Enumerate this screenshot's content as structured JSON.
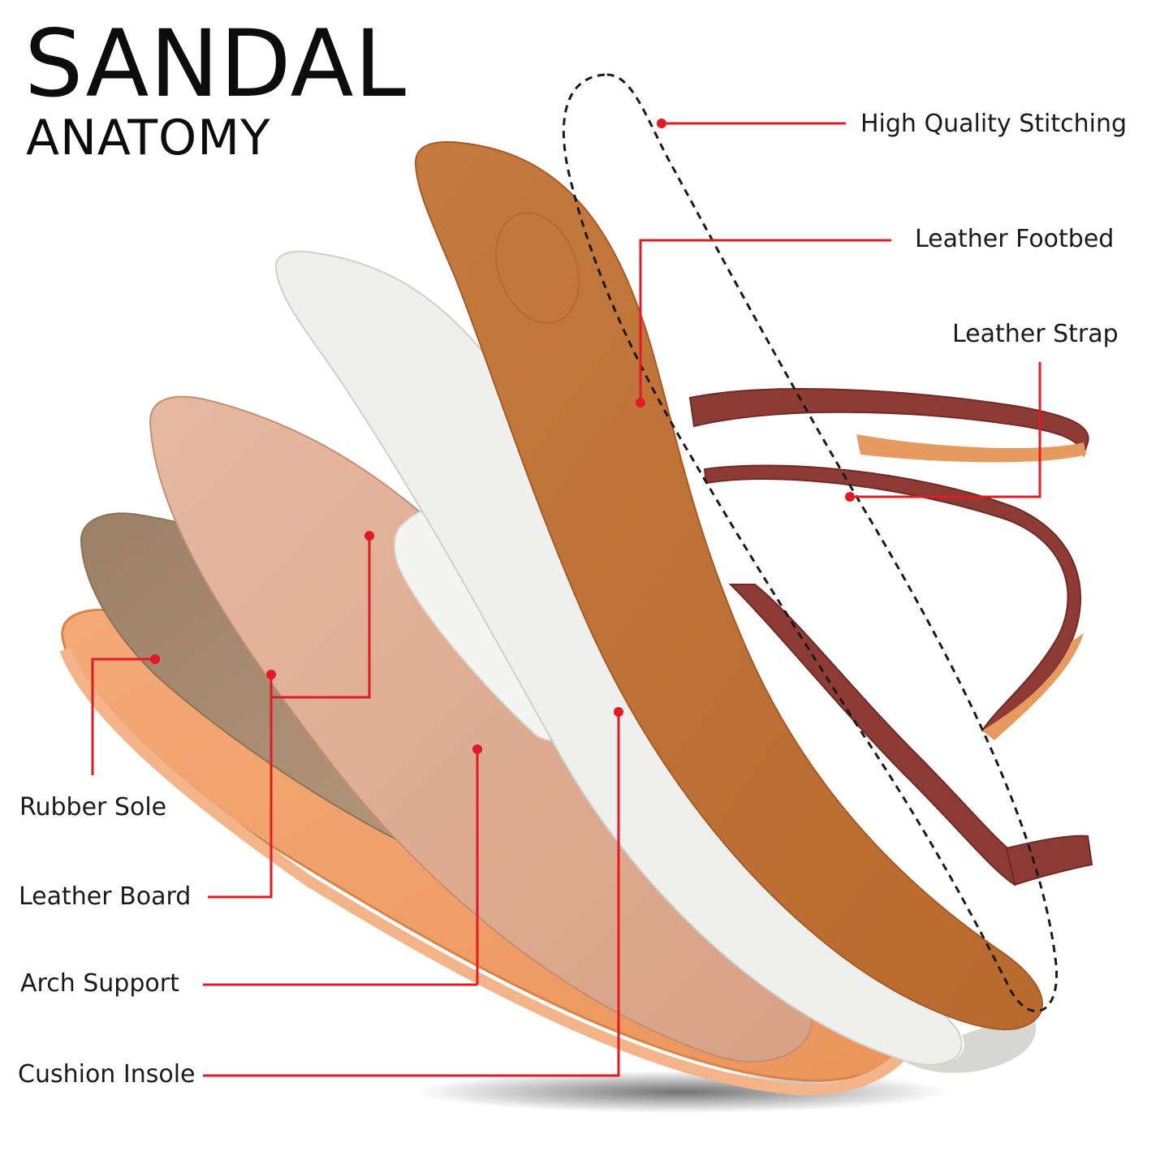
{
  "title": {
    "main": "SANDAL",
    "sub": "ANATOMY"
  },
  "labels": {
    "stitching": "High Quality Stitching",
    "footbed": "Leather Footbed",
    "strap": "Leather Strap",
    "rubber_sole": "Rubber Sole",
    "leather_board": "Leather Board",
    "arch_support": "Arch Support",
    "cushion_insole": "Cushion Insole"
  },
  "colors": {
    "leader": "#e01b24",
    "footbed": "#c97a3e",
    "strap": "#8e3a35",
    "cushion": "#ededeb",
    "cork": "#dcae94",
    "board": "#a58a70",
    "sole": "#f0a06a",
    "text": "#1a1a1a"
  }
}
